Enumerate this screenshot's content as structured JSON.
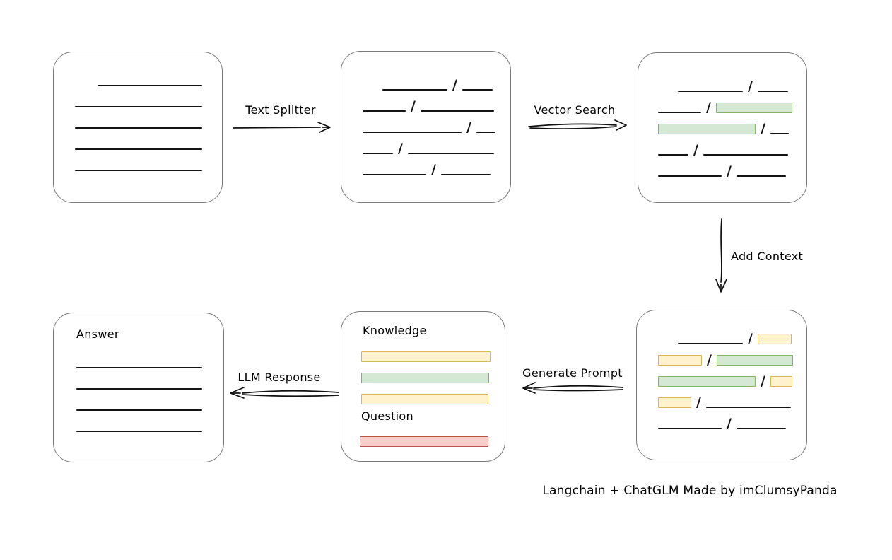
{
  "colors": {
    "green": {
      "fill": "#D5E8D4",
      "stroke": "#82B366"
    },
    "yellow": {
      "fill": "#FFF2CC",
      "stroke": "#D6B656"
    },
    "red": {
      "fill": "#F8CECC",
      "stroke": "#B85450"
    },
    "node_border": "#7A7A7A",
    "ink": "#141414"
  },
  "slash": "/",
  "caption": "Langchain + ChatGLM Made by imClumsyPanda",
  "arrows": {
    "text_splitter": {
      "label": "Text Splitter",
      "direction": "right"
    },
    "vector_search": {
      "label": "Vector Search",
      "direction": "right"
    },
    "add_context": {
      "label": "Add Context",
      "direction": "down"
    },
    "generate_prompt": {
      "label": "Generate Prompt",
      "direction": "left"
    },
    "llm_response": {
      "label": "LLM Response",
      "direction": "left"
    }
  },
  "nodes": {
    "document": {
      "rows": [
        {
          "indent": 32,
          "segments": [
            {
              "t": "line",
              "w": 148
            }
          ]
        },
        {
          "segments": [
            {
              "t": "line",
              "w": 180
            }
          ]
        },
        {
          "segments": [
            {
              "t": "line",
              "w": 180
            }
          ]
        },
        {
          "segments": [
            {
              "t": "line",
              "w": 180
            }
          ]
        },
        {
          "segments": [
            {
              "t": "line",
              "w": 180
            }
          ]
        }
      ]
    },
    "split_chunks": {
      "rows": [
        {
          "indent": 28,
          "segments": [
            {
              "t": "line",
              "w": 92
            },
            {
              "t": "slash"
            },
            {
              "t": "line",
              "w": 43
            }
          ]
        },
        {
          "segments": [
            {
              "t": "line",
              "w": 61
            },
            {
              "t": "slash"
            },
            {
              "t": "line",
              "w": 104
            }
          ]
        },
        {
          "segments": [
            {
              "t": "line",
              "w": 140
            },
            {
              "t": "slash"
            },
            {
              "t": "line",
              "w": 27
            }
          ]
        },
        {
          "segments": [
            {
              "t": "line",
              "w": 43
            },
            {
              "t": "slash"
            },
            {
              "t": "line",
              "w": 122
            }
          ]
        },
        {
          "segments": [
            {
              "t": "line",
              "w": 90
            },
            {
              "t": "slash"
            },
            {
              "t": "line",
              "w": 70
            }
          ]
        }
      ]
    },
    "search_results": {
      "rows": [
        {
          "indent": 28,
          "segments": [
            {
              "t": "line",
              "w": 92
            },
            {
              "t": "slash"
            },
            {
              "t": "line",
              "w": 43
            }
          ]
        },
        {
          "segments": [
            {
              "t": "line",
              "w": 61
            },
            {
              "t": "slash"
            },
            {
              "t": "chunk",
              "c": "green",
              "w": 108
            }
          ]
        },
        {
          "segments": [
            {
              "t": "chunk",
              "c": "green",
              "w": 138
            },
            {
              "t": "slash"
            },
            {
              "t": "line",
              "w": 26
            }
          ]
        },
        {
          "segments": [
            {
              "t": "line",
              "w": 43
            },
            {
              "t": "slash"
            },
            {
              "t": "line",
              "w": 120
            }
          ]
        },
        {
          "segments": [
            {
              "t": "line",
              "w": 90
            },
            {
              "t": "slash"
            },
            {
              "t": "line",
              "w": 70
            }
          ]
        }
      ]
    },
    "context_chunks": {
      "rows": [
        {
          "indent": 28,
          "segments": [
            {
              "t": "line",
              "w": 92
            },
            {
              "t": "slash"
            },
            {
              "t": "chunk",
              "c": "yellow",
              "w": 48
            }
          ]
        },
        {
          "segments": [
            {
              "t": "chunk",
              "c": "yellow",
              "w": 62
            },
            {
              "t": "slash"
            },
            {
              "t": "chunk",
              "c": "green",
              "w": 108
            }
          ]
        },
        {
          "segments": [
            {
              "t": "chunk",
              "c": "green",
              "w": 138
            },
            {
              "t": "slash"
            },
            {
              "t": "chunk",
              "c": "yellow",
              "w": 31
            }
          ]
        },
        {
          "segments": [
            {
              "t": "chunk",
              "c": "yellow",
              "w": 47
            },
            {
              "t": "slash"
            },
            {
              "t": "line",
              "w": 120
            }
          ]
        },
        {
          "segments": [
            {
              "t": "line",
              "w": 90
            },
            {
              "t": "slash"
            },
            {
              "t": "line",
              "w": 70
            }
          ]
        }
      ]
    },
    "prompt": {
      "knowledge_label": "Knowledge",
      "question_label": "Question",
      "knowledge_bars": [
        {
          "segments": [
            {
              "t": "chunk",
              "c": "yellow",
              "w": 183
            }
          ]
        },
        {
          "segments": [
            {
              "t": "chunk",
              "c": "green",
              "w": 181
            }
          ]
        },
        {
          "segments": [
            {
              "t": "chunk",
              "c": "yellow",
              "w": 180
            }
          ]
        }
      ],
      "question_bars": [
        {
          "segments": [
            {
              "t": "chunk",
              "c": "red",
              "w": 182
            }
          ]
        }
      ]
    },
    "answer": {
      "label": "Answer",
      "rows": [
        {
          "segments": [
            {
              "t": "line",
              "w": 178
            }
          ]
        },
        {
          "segments": [
            {
              "t": "line",
              "w": 178
            }
          ]
        },
        {
          "segments": [
            {
              "t": "line",
              "w": 178
            }
          ]
        },
        {
          "segments": [
            {
              "t": "line",
              "w": 178
            }
          ]
        }
      ]
    }
  }
}
